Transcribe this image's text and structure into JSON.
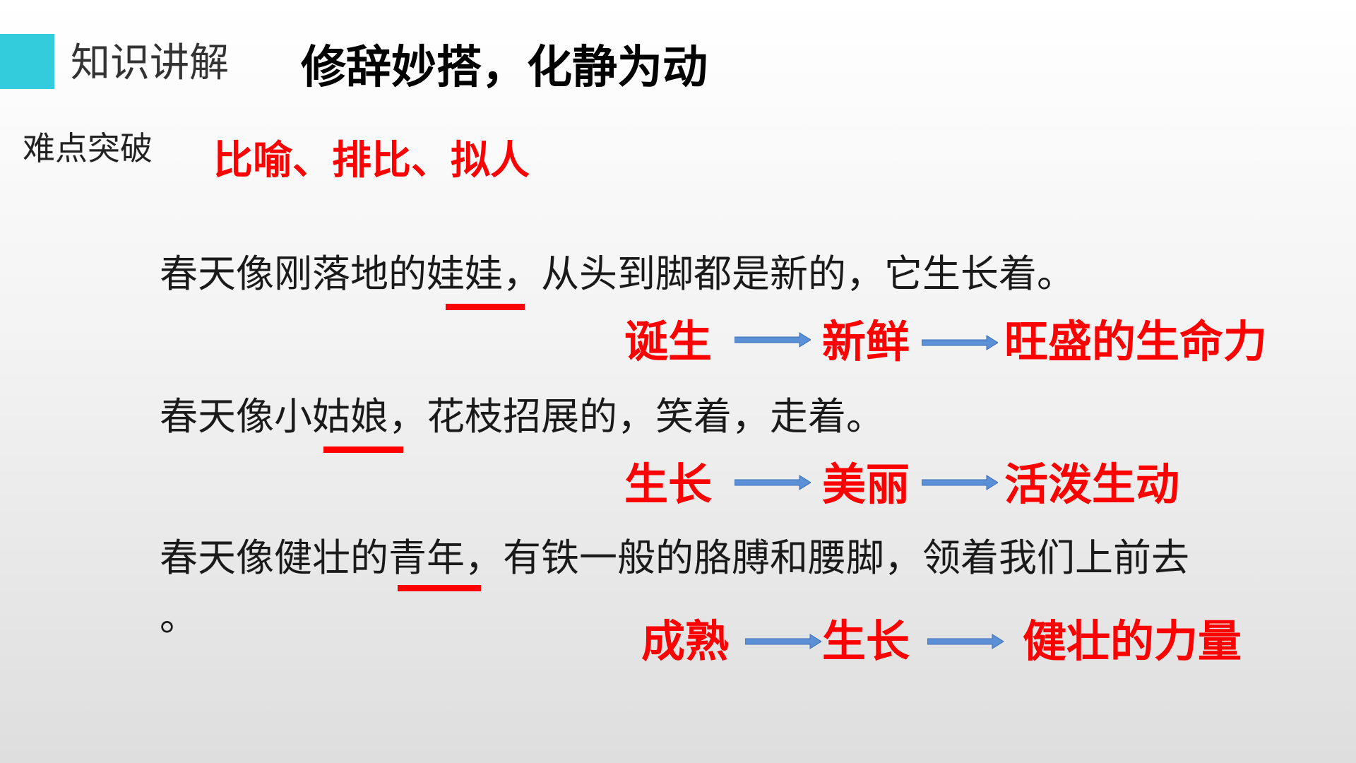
{
  "header": {
    "section_label": "知识讲解",
    "title": "修辞妙搭，化静为动"
  },
  "subheader": {
    "label": "难点突破",
    "techniques": "比喻、排比、拟人"
  },
  "sentences": [
    {
      "text": "春天像刚落地的娃娃，从头到脚都是新的，它生长着。",
      "underlined": "娃娃",
      "chain": [
        "诞生",
        "新鲜",
        "旺盛的生命力"
      ]
    },
    {
      "text": "春天像小姑娘，花枝招展的，笑着，走着。",
      "underlined": "姑娘",
      "chain": [
        "生长",
        "美丽",
        "活泼生动"
      ]
    },
    {
      "text": "春天像健壮的青年，有铁一般的胳膊和腰脚，领着我们上前去",
      "continuation": "。",
      "underlined": "青年",
      "chain": [
        "成熟",
        "生长",
        "健壮的力量"
      ]
    }
  ],
  "colors": {
    "accent": "#33CCDD",
    "highlight": "#FF0000",
    "arrow": "#5B8FD6"
  },
  "icons": {
    "arrow": "right-arrow-icon"
  }
}
